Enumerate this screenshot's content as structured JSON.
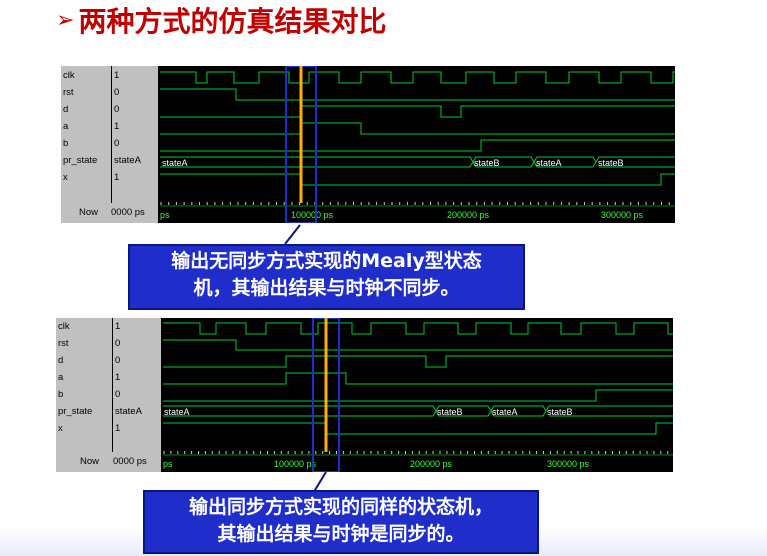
{
  "title": {
    "arrow": "➢",
    "text": "两种方式的仿真结果对比"
  },
  "signals": [
    "clk",
    "rst",
    "d",
    "a",
    "b",
    "pr_state",
    "x"
  ],
  "panel1": {
    "values": [
      "1",
      "0",
      "0",
      "1",
      "0",
      "stateA",
      "1"
    ],
    "now_label": "Now",
    "now_value": "0000 ps",
    "time_labels": [
      "ps",
      "100000 ps",
      "200000 ps",
      "300000 ps"
    ],
    "state_labels": [
      "stateA",
      "stateB",
      "stateA",
      "stateB"
    ]
  },
  "panel2": {
    "values": [
      "1",
      "0",
      "0",
      "1",
      "0",
      "stateA",
      "1"
    ],
    "now_label": "Now",
    "now_value": "0000 ps",
    "time_labels": [
      "ps",
      "100000 ps",
      "200000 ps",
      "300000 ps"
    ],
    "state_labels": [
      "stateA",
      "stateB",
      "stateA",
      "stateB"
    ]
  },
  "callout1": {
    "line1": "输出无同步方式实现的Mealy型状态",
    "line2": "机，其输出结果与时钟不同步。"
  },
  "callout2": {
    "line1": "输出同步方式实现的同样的状态机，",
    "line2": "其输出结果与时钟是同步的。"
  },
  "colors": {
    "title": "#c00000",
    "wave": "#00cc33",
    "time_text": "#33ff33",
    "cursor": "#ffb000",
    "callout_bg": "#1f2ecb"
  }
}
